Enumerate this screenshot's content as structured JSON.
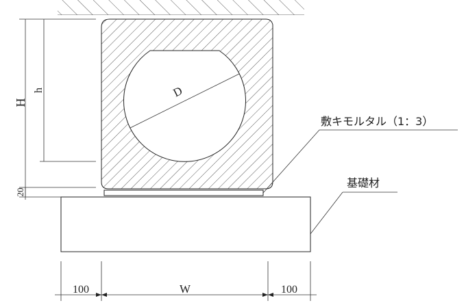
{
  "labels": {
    "mortar": "敷キモルタル（1：3）",
    "base": "基礎材",
    "diameter": "D"
  },
  "dimensions": {
    "total_height": "H",
    "inner_height": "h",
    "bedding_thickness": "20",
    "left_margin": "100",
    "width": "W",
    "right_margin": "100"
  }
}
